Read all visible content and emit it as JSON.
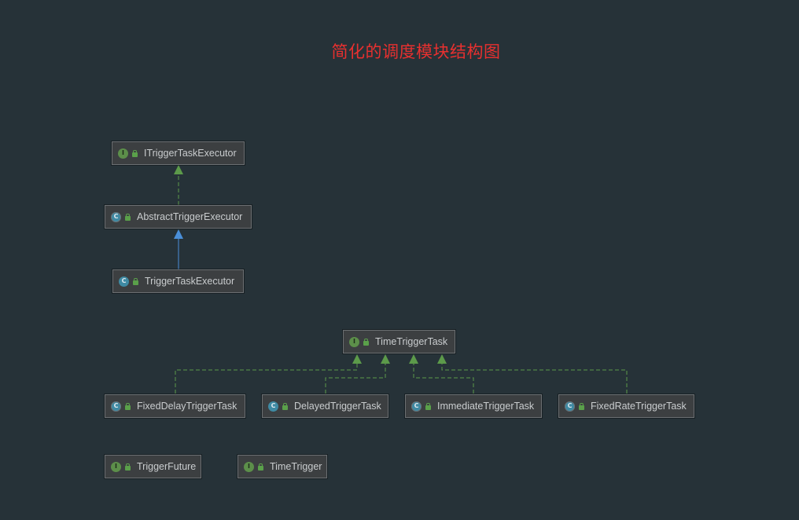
{
  "title": "简化的调度模块结构图",
  "colors": {
    "background": "#263238",
    "title": "#e8302f",
    "implements_edge": "#5c9a4a",
    "extends_edge": "#4a8fd8"
  },
  "nodes": {
    "itriggertaskexecutor": {
      "label": "ITriggerTaskExecutor",
      "kind": "I",
      "icon": "interface-icon"
    },
    "abstracttriggerexecutor": {
      "label": "AbstractTriggerExecutor",
      "kind": "C",
      "icon": "abstract-class-icon"
    },
    "triggertaskexecutor": {
      "label": "TriggerTaskExecutor",
      "kind": "C",
      "icon": "class-icon"
    },
    "timetriggertask": {
      "label": "TimeTriggerTask",
      "kind": "I",
      "icon": "interface-icon"
    },
    "fixeddelaytriggertask": {
      "label": "FixedDelayTriggerTask",
      "kind": "C",
      "icon": "abstract-class-icon"
    },
    "delayedtriggertask": {
      "label": "DelayedTriggerTask",
      "kind": "C",
      "icon": "class-icon"
    },
    "immediatetriggertask": {
      "label": "ImmediateTriggerTask",
      "kind": "C",
      "icon": "abstract-class-icon"
    },
    "fixedratetriggertask": {
      "label": "FixedRateTriggerTask",
      "kind": "C",
      "icon": "abstract-class-icon"
    },
    "triggerfuture": {
      "label": "TriggerFuture",
      "kind": "I",
      "icon": "interface-icon"
    },
    "timetrigger": {
      "label": "TimeTrigger",
      "kind": "I",
      "icon": "interface-icon"
    }
  },
  "edges": [
    {
      "from": "AbstractTriggerExecutor",
      "to": "ITriggerTaskExecutor",
      "relation": "implements"
    },
    {
      "from": "TriggerTaskExecutor",
      "to": "AbstractTriggerExecutor",
      "relation": "extends"
    },
    {
      "from": "FixedDelayTriggerTask",
      "to": "TimeTriggerTask",
      "relation": "implements"
    },
    {
      "from": "DelayedTriggerTask",
      "to": "TimeTriggerTask",
      "relation": "implements"
    },
    {
      "from": "ImmediateTriggerTask",
      "to": "TimeTriggerTask",
      "relation": "implements"
    },
    {
      "from": "FixedRateTriggerTask",
      "to": "TimeTriggerTask",
      "relation": "implements"
    }
  ]
}
